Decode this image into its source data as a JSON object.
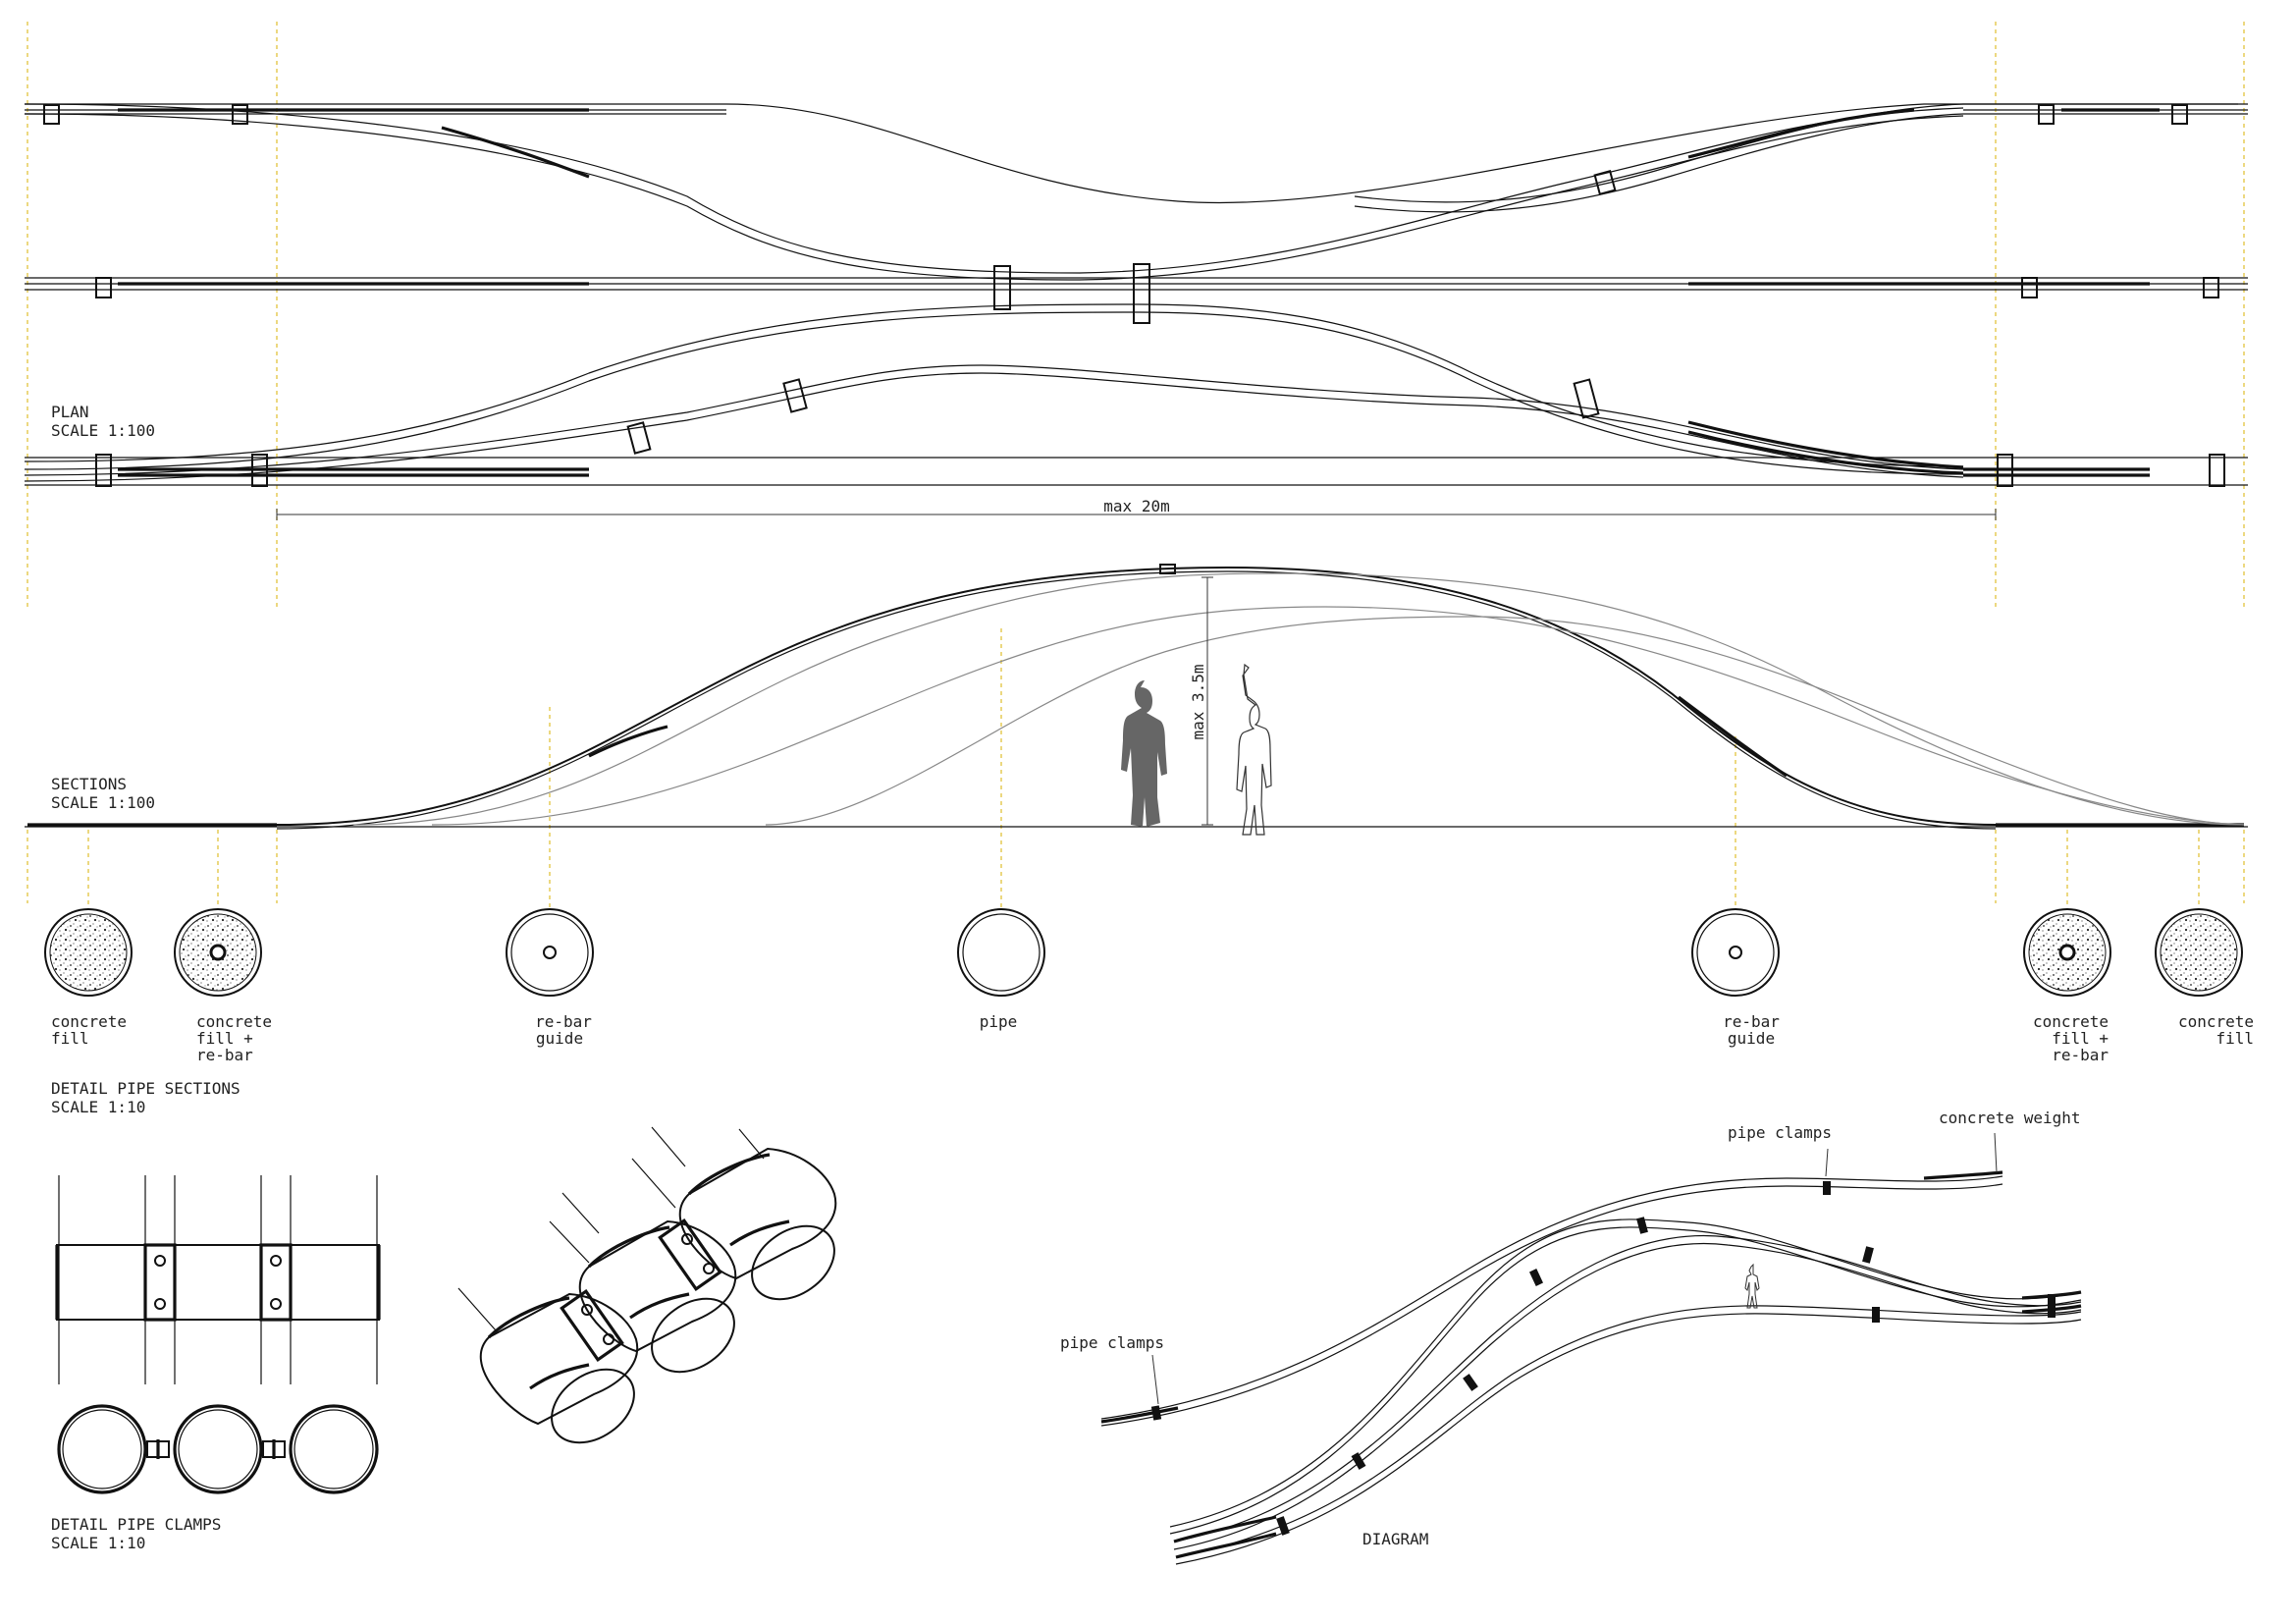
{
  "plan": {
    "title": "PLAN",
    "scale": "SCALE 1:100",
    "dimension": "max 20m"
  },
  "sections": {
    "title": "SECTIONS",
    "scale": "SCALE 1:100",
    "height_dimension": "max 3.5m"
  },
  "pipe_sections": {
    "items": [
      {
        "type": "concrete-fill",
        "lines": [
          "concrete",
          "fill"
        ]
      },
      {
        "type": "concrete-fill-rebar",
        "lines": [
          "concrete",
          "fill +",
          "re-bar"
        ]
      },
      {
        "type": "rebar-guide",
        "lines": [
          "re-bar",
          "guide"
        ]
      },
      {
        "type": "pipe",
        "lines": [
          "pipe"
        ]
      },
      {
        "type": "rebar-guide",
        "lines": [
          "re-bar",
          "guide"
        ]
      },
      {
        "type": "concrete-fill-rebar",
        "lines": [
          "concrete",
          "fill +",
          "re-bar"
        ]
      },
      {
        "type": "concrete-fill",
        "lines": [
          "concrete",
          "fill"
        ]
      }
    ],
    "title": "DETAIL PIPE SECTIONS",
    "scale": "SCALE 1:10"
  },
  "pipe_clamps": {
    "title": "DETAIL PIPE CLAMPS",
    "scale": "SCALE 1:10"
  },
  "diagram": {
    "title": "DIAGRAM",
    "label_pipe_clamps_top": "pipe clamps",
    "label_concrete_weight": "concrete weight",
    "label_pipe_clamps_left": "pipe clamps"
  },
  "colors": {
    "line": "#111111",
    "guide": "#e3c84a",
    "figure_dark": "#666666"
  }
}
